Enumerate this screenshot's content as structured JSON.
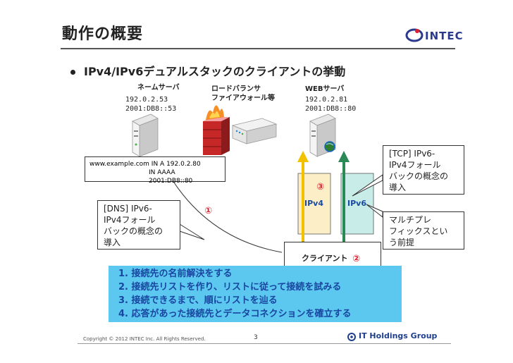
{
  "slide": {
    "title": "動作の概要",
    "bullet": "IPv4/IPv6デュアルスタックのクライアントの挙動",
    "page_number": "3",
    "copyright": "Copyright © 2012 INTEC Inc. All Rights Reserved."
  },
  "logos": {
    "intec": "INTEC",
    "it_holdings": "IT Holdings Group"
  },
  "name_server": {
    "label": "ネームサーバ",
    "ipv4": "192.0.2.53",
    "ipv6": "2001:DB8::53"
  },
  "load_balancer": {
    "label_line1": "ロードバランサ",
    "label_line2": "ファイアウォール等"
  },
  "web_server": {
    "label": "WEBサーバ",
    "ipv4": "192.0.2.81",
    "ipv6": "2001:DB8::80"
  },
  "dns_record": {
    "line1": "www.example.com IN A 192.0.2.80",
    "line2": "IN AAAA 2001:DB8::80"
  },
  "callouts": {
    "dns": [
      "[DNS] IPv6-",
      "IPv4フォール",
      "バックの概念の",
      "導入"
    ],
    "tcp": [
      "[TCP] IPv6-",
      "IPv4フォール",
      "バックの概念の",
      "導入"
    ],
    "multiprefix": [
      "マルチプレ",
      "フィックスとい",
      "う前提"
    ]
  },
  "paths": {
    "ipv4": "IPv4",
    "ipv6": "IPv6"
  },
  "client": {
    "label": "クライアント"
  },
  "markers": {
    "one": "①",
    "two": "②",
    "three": "③"
  },
  "steps": [
    "1. 接続先の名前解決をする",
    "2. 接続先リストを作り、リストに従って接続を試みる",
    "3. 接続できるまで、順にリストを辿る",
    "4. 応答があった接続先とデータコネクションを確立する"
  ],
  "colors": {
    "ipv4_box": "#fcefc8",
    "ipv4_arrow": "#f2c200",
    "ipv6_box": "#c8ece7",
    "ipv6_arrow": "#2a8a55",
    "steps_bg": "#5cc8f0",
    "steps_text": "#1846a0",
    "marker_red": "#e0212e"
  }
}
